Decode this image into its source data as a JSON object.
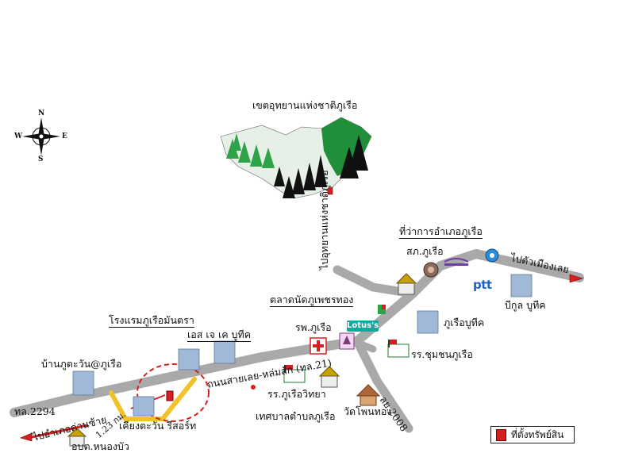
{
  "map": {
    "labels": {
      "national_park": "เขตอุทยานแห่งชาติภูเรือ",
      "to_park": "ไปอุทยานแห่งชาติภูเรือ",
      "district_office": "ที่ว่าการอำเภอภูเรือ",
      "police": "สภ.ภูเรือ",
      "to_loei": "ไปตัวเมืองเลย",
      "bgoodboutique": "บีกูล บูทีค",
      "phuruea_boutique": "ภูเรือบูทีค",
      "market": "ตลาดนัดภูเพชรทอง",
      "hospital": "รพ.ภูเรือ",
      "community_school": "รร.ชุมชนภูเรือ",
      "hotel_mantra": "โรงแรมภูเรือมันตรา",
      "sj_boutique": "เอส เจ เค บูทีค",
      "main_road": "ถนนสายเลย-หล่มสัก (ทล.21)",
      "banphutawan": "บ้านภูตะวัน@ภูเรือ",
      "road_2294": "ทล.2294",
      "to_amphoe": "ไปอำเภอด่านซ้าย",
      "distance": "1.23 กม.",
      "resort": "เคียงตะวัน รีสอร์ท",
      "phuruea_wittaya": "รร.ภูเรือวิทยา",
      "municipality": "เทศบาลตำบลภูเรือ",
      "wat": "วัดโพนทอง",
      "road_2008": "ลย.2008",
      "nongbua": "อบต.หนองบัว",
      "compass_n": "N",
      "compass_s": "S",
      "compass_e": "E",
      "compass_w": "W",
      "lotus_logo": "Lotus's",
      "ptt_logo": "ptt"
    },
    "legend": {
      "label": "ที่ตั้งทรัพย์สิน",
      "marker_color": "#d61f1f"
    },
    "colors": {
      "road": "#a9a9a9",
      "arrow": "#d61f1f",
      "property_road": "#f2c22b",
      "highlight_circle": "#d61f1f",
      "forest": "#1f8f3a"
    },
    "icons": [
      "compass-icon",
      "mountain-forest-icon",
      "building-icon",
      "school-icon",
      "hospital-icon",
      "temple-icon",
      "police-icon",
      "lotus-logo",
      "ptt-logo",
      "property-marker-icon"
    ]
  }
}
